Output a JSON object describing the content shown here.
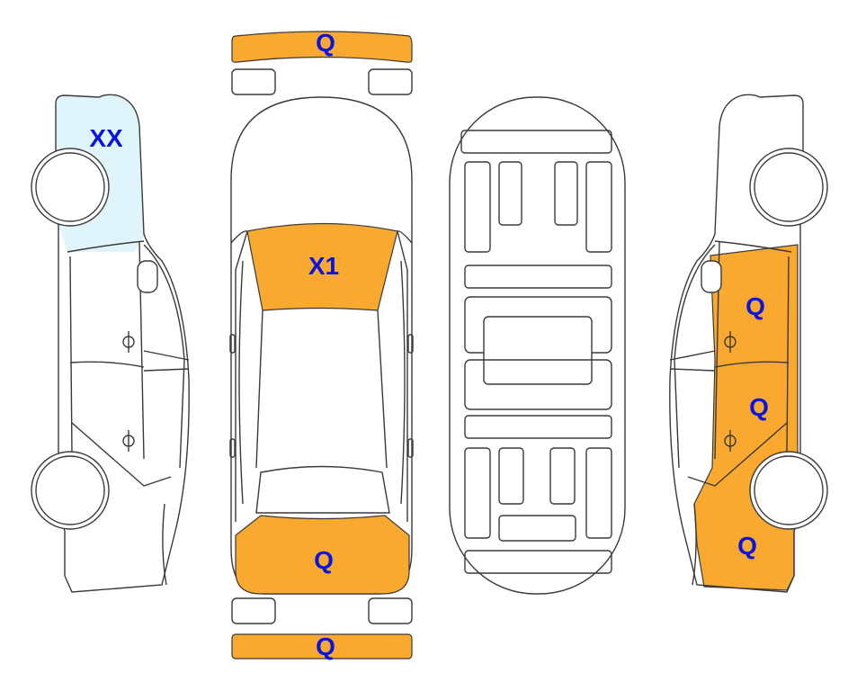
{
  "colors": {
    "damage_orange": "#F9A92F",
    "damage_blue": "#DFF4FB",
    "label": "#0A14E0",
    "outline": "#3A3A3A"
  },
  "labels": {
    "front_bumper": "Q",
    "left_side_front": "XX",
    "windshield": "X1",
    "rear_trunk": "Q",
    "rear_bumper": "Q",
    "right_front_door": "Q",
    "right_rear_door": "Q",
    "right_rear_quarter": "Q"
  }
}
